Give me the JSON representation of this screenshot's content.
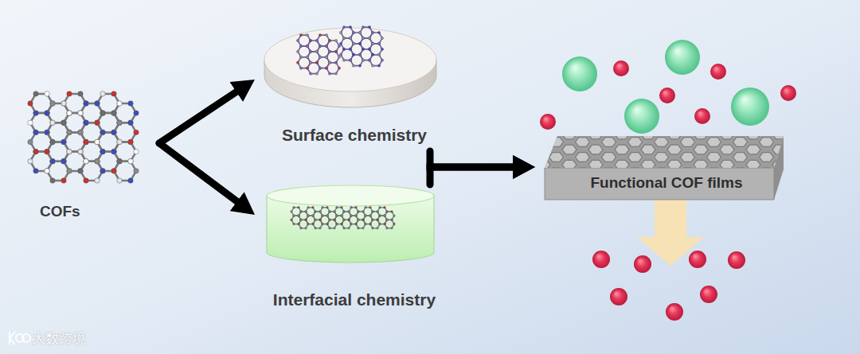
{
  "diagram": {
    "nodes": [
      {
        "text": [
          "COFs"
        ]
      },
      {
        "text": [
          "Surface chemistry"
        ]
      },
      {
        "text": [
          "Interfacial chemistry"
        ]
      },
      {
        "text": [
          "Functional COF films"
        ]
      }
    ],
    "edges": [
      {
        "from": 0,
        "to": 1,
        "arrow": "to"
      },
      {
        "from": 0,
        "to": 2,
        "arrow": "to"
      },
      {
        "from": 1,
        "to": 3,
        "arrow": "to"
      },
      {
        "from": 2,
        "to": 3,
        "arrow": "to"
      }
    ],
    "labels": [
      "大数跨境"
    ]
  }
}
